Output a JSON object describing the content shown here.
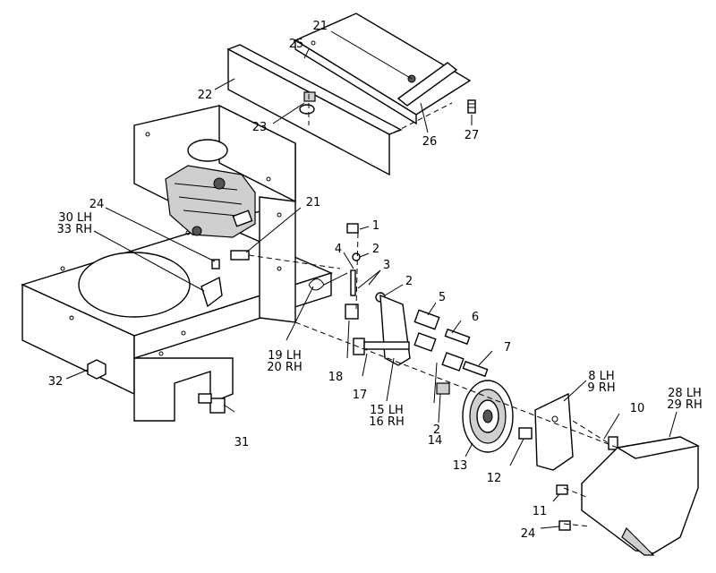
{
  "callouts": [
    {
      "id": "c21a",
      "text": "21"
    },
    {
      "id": "c25",
      "text": "25"
    },
    {
      "id": "c22",
      "text": "22"
    },
    {
      "id": "c23",
      "text": "23"
    },
    {
      "id": "c26",
      "text": "26"
    },
    {
      "id": "c27",
      "text": "27"
    },
    {
      "id": "c24a",
      "text": "24"
    },
    {
      "id": "c30",
      "text": "30 LH"
    },
    {
      "id": "c33",
      "text": "33 RH"
    },
    {
      "id": "c21b",
      "text": "21"
    },
    {
      "id": "c1",
      "text": "1"
    },
    {
      "id": "c4",
      "text": "4"
    },
    {
      "id": "c2a",
      "text": "2"
    },
    {
      "id": "c3",
      "text": "3"
    },
    {
      "id": "c2b",
      "text": "2"
    },
    {
      "id": "c5",
      "text": "5"
    },
    {
      "id": "c6",
      "text": "6"
    },
    {
      "id": "c7",
      "text": "7"
    },
    {
      "id": "c19",
      "text": "19 LH"
    },
    {
      "id": "c20",
      "text": "20 RH"
    },
    {
      "id": "c18",
      "text": "18"
    },
    {
      "id": "c17",
      "text": "17"
    },
    {
      "id": "c15",
      "text": "15 LH"
    },
    {
      "id": "c16",
      "text": "16 RH"
    },
    {
      "id": "c2c",
      "text": "2"
    },
    {
      "id": "c14",
      "text": "14"
    },
    {
      "id": "c8",
      "text": "8 LH"
    },
    {
      "id": "c9",
      "text": "9 RH"
    },
    {
      "id": "c28",
      "text": "28 LH"
    },
    {
      "id": "c29",
      "text": "29 RH"
    },
    {
      "id": "c10",
      "text": "10"
    },
    {
      "id": "c13",
      "text": "13"
    },
    {
      "id": "c12",
      "text": "12"
    },
    {
      "id": "c11",
      "text": "11"
    },
    {
      "id": "c24b",
      "text": "24"
    },
    {
      "id": "c32",
      "text": "32"
    },
    {
      "id": "c31",
      "text": "31"
    }
  ]
}
